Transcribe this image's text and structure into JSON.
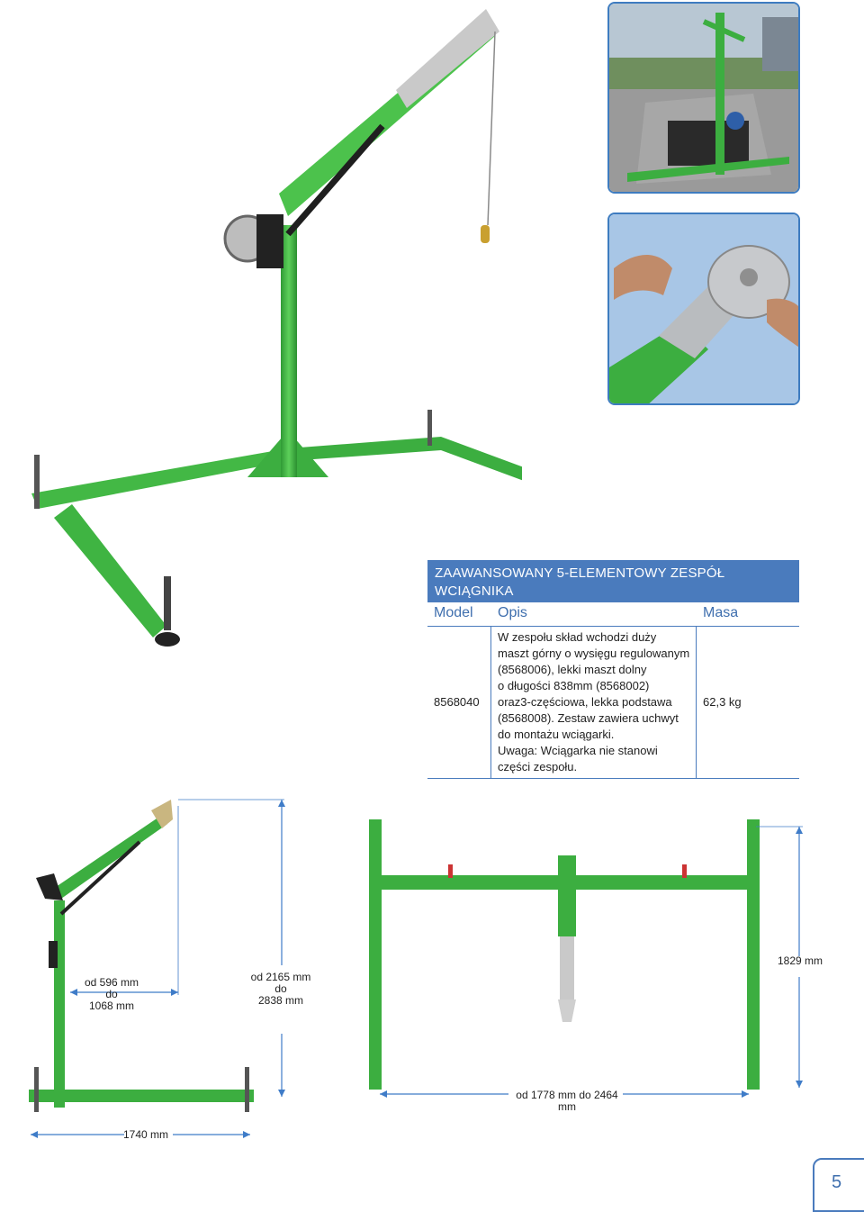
{
  "table": {
    "title_line1": "ZAAWANSOWANY 5-ELEMENTOWY ZESPÓŁ",
    "title_line2": "WCIĄGNIKA",
    "headers": {
      "model": "Model",
      "description": "Opis",
      "mass": "Masa"
    },
    "row": {
      "model": "8568040",
      "description_lines": [
        "W zespołu skład wchodzi duży",
        "maszt górny o wysięgu regulowanym",
        "(8568006), lekki maszt dolny",
        "o długości 838mm (8568002)",
        "oraz3-częściowa, lekka podstawa",
        "(8568008). Zestaw zawiera uchwyt",
        "do montażu wciągarki.",
        "Uwaga: Wciągarka nie stanowi",
        "części zespołu."
      ],
      "mass": "62,3 kg"
    }
  },
  "dimensions": {
    "reach": [
      "od 596 mm",
      "do",
      "1068 mm"
    ],
    "height": [
      "od 2165 mm",
      "do",
      "2838 mm"
    ],
    "base_depth": "1740 mm",
    "front_height": "1829 mm",
    "front_width": "od 1778 mm do 2464 mm"
  },
  "page_number": "5",
  "colors": {
    "accent_blue": "#4a7bbd",
    "equipment_green": "#3cb043"
  },
  "icons": [
    "davit-hoist-photo",
    "worksite-photo",
    "pulley-closeup-photo",
    "side-view-diagram",
    "front-view-diagram"
  ]
}
